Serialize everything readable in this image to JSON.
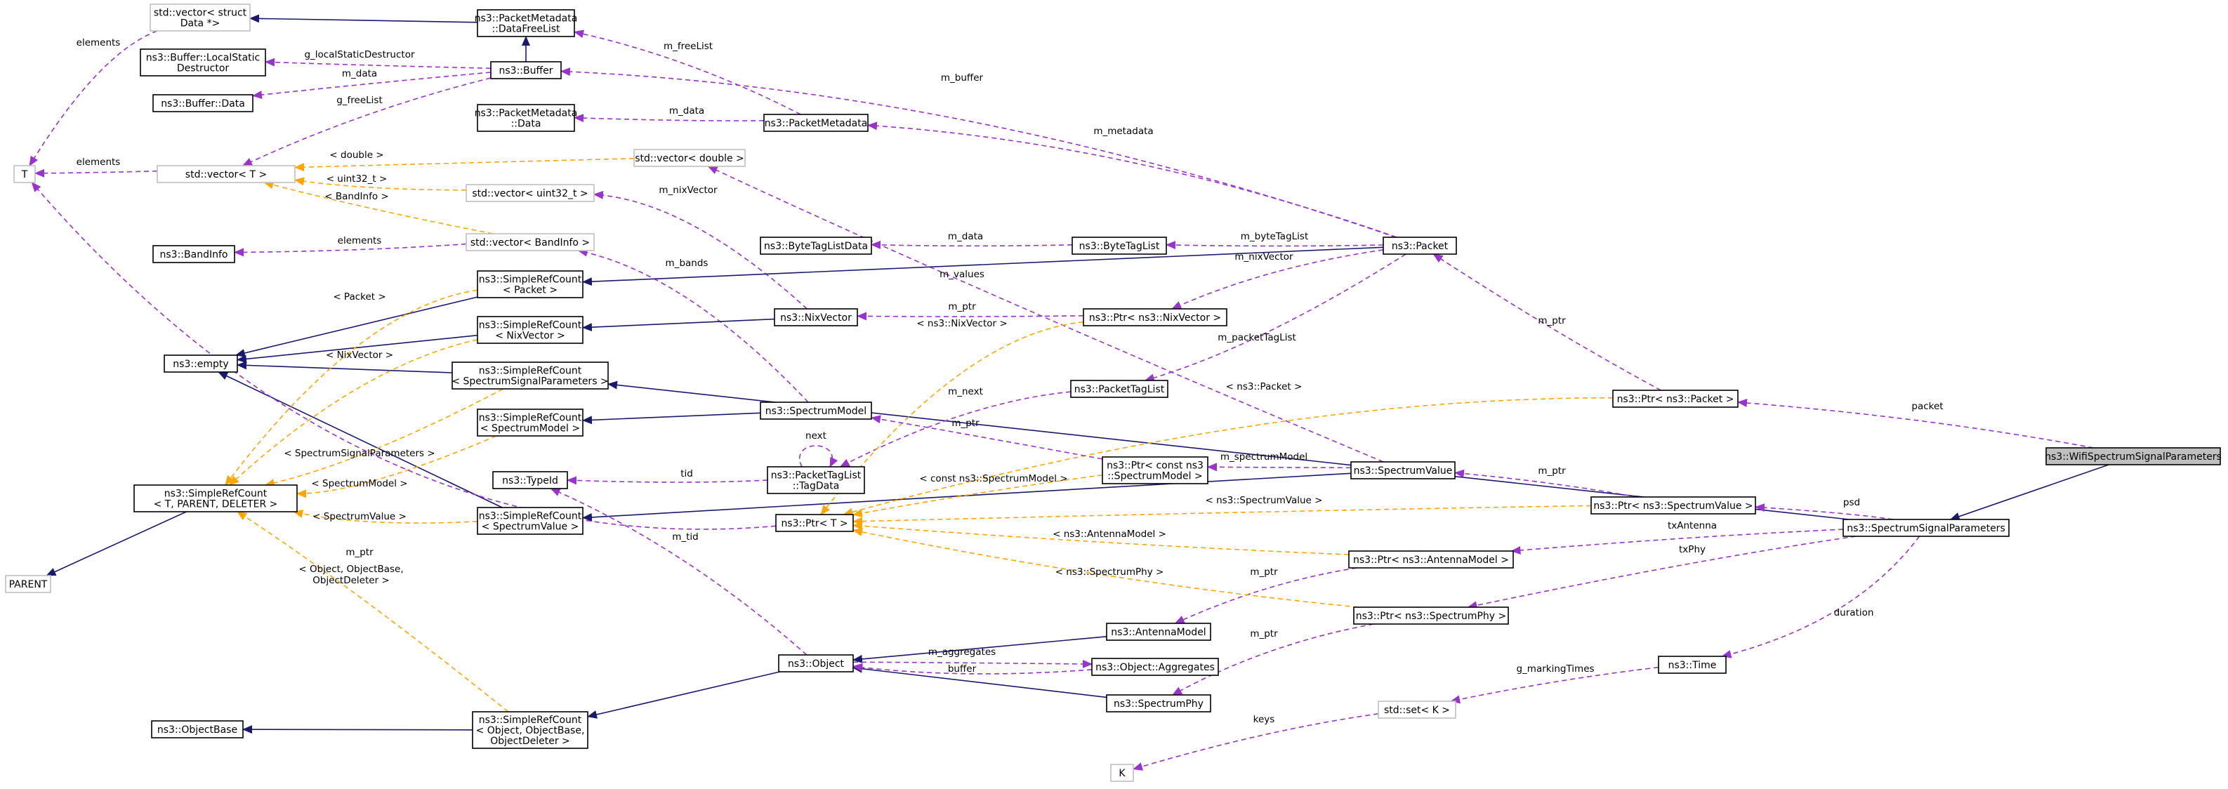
{
  "colors": {
    "inheritance": "#191970",
    "usage": "#9a32cd",
    "template": "#ffa500",
    "root_fill": "#bfbfbf",
    "grey_border": "#bfbfbf"
  },
  "nodes": {
    "wifi": [
      "ns3::WifiSpectrumSignalParameters"
    ],
    "ssp": [
      "ns3::SpectrumSignalParameters"
    ],
    "ptr_packet": [
      "ns3::Ptr< ns3::Packet >"
    ],
    "packet": [
      "ns3::Packet"
    ],
    "buffer": [
      "ns3::Buffer"
    ],
    "pmdfl": [
      "ns3::PacketMetadata",
      "::DataFreeList"
    ],
    "vec_struct": [
      "std::vector< struct",
      "Data *>"
    ],
    "buf_lsd": [
      "ns3::Buffer::LocalStatic",
      "Destructor"
    ],
    "buf_data": [
      "ns3::Buffer::Data"
    ],
    "T": [
      "T"
    ],
    "vec_T": [
      "std::vector< T >"
    ],
    "pmd_data": [
      "ns3::PacketMetadata",
      "::Data"
    ],
    "packet_metadata": [
      "ns3::PacketMetadata"
    ],
    "vec_double": [
      "std::vector< double >"
    ],
    "vec_uint32": [
      "std::vector< uint32_t >"
    ],
    "vec_bandinfo": [
      "std::vector< BandInfo >"
    ],
    "bandinfo": [
      "ns3::BandInfo"
    ],
    "btl_data": [
      "ns3::ByteTagListData"
    ],
    "btl": [
      "ns3::ByteTagList"
    ],
    "src_packet": [
      "ns3::SimpleRefCount",
      "< Packet >"
    ],
    "empty": [
      "ns3::empty"
    ],
    "src_nix": [
      "ns3::SimpleRefCount",
      "< NixVector >"
    ],
    "nix": [
      "ns3::NixVector"
    ],
    "ptr_nix": [
      "ns3::Ptr< ns3::NixVector >"
    ],
    "src_ssp": [
      "ns3::SimpleRefCount",
      "< SpectrumSignalParameters >"
    ],
    "ptl": [
      "ns3::PacketTagList"
    ],
    "src_sm": [
      "ns3::SimpleRefCount",
      "< SpectrumModel >"
    ],
    "spectrum_model": [
      "ns3::SpectrumModel"
    ],
    "src_tpd": [
      "ns3::SimpleRefCount",
      "< T, PARENT, DELETER >"
    ],
    "typeid": [
      "ns3::TypeId"
    ],
    "ptl_tagdata": [
      "ns3::PacketTagList",
      "::TagData"
    ],
    "ptr_csm": [
      "ns3::Ptr< const ns3",
      "::SpectrumModel >"
    ],
    "spectrum_value": [
      "ns3::SpectrumValue"
    ],
    "ptr_sv": [
      "ns3::Ptr< ns3::SpectrumValue >"
    ],
    "src_sv": [
      "ns3::SimpleRefCount",
      "< SpectrumValue >"
    ],
    "ptr_T": [
      "ns3::Ptr< T >"
    ],
    "parent": [
      "PARENT"
    ],
    "ptr_am": [
      "ns3::Ptr< ns3::AntennaModel >"
    ],
    "ptr_sp": [
      "ns3::Ptr< ns3::SpectrumPhy >"
    ],
    "antenna_model": [
      "ns3::AntennaModel"
    ],
    "object": [
      "ns3::Object"
    ],
    "obj_agg": [
      "ns3::Object::Aggregates"
    ],
    "spectrum_phy": [
      "ns3::SpectrumPhy"
    ],
    "time": [
      "ns3::Time"
    ],
    "object_base": [
      "ns3::ObjectBase"
    ],
    "src_obj": [
      "ns3::SimpleRefCount",
      "< Object, ObjectBase,",
      "ObjectDeleter >"
    ],
    "set_K": [
      "std::set< K >"
    ],
    "K": [
      "K"
    ]
  },
  "edge_labels": {
    "packet": "packet",
    "m_ptr": "m_ptr",
    "m_buffer": "m_buffer",
    "m_freeList": "m_freeList",
    "elements": "elements",
    "g_localStaticDestructor": "g_localStaticDestructor",
    "m_data": "m_data",
    "g_freeList": "g_freeList",
    "m_metadata": "m_metadata",
    "double": "< double >",
    "uint32_t": "< uint32_t >",
    "BandInfo": "< BandInfo >",
    "m_nixVector": "m_nixVector",
    "m_bands": "m_bands",
    "m_byteTagList": "m_byteTagList",
    "m_values": "m_values",
    "Packet": "< Packet >",
    "NixVector": "< NixVector >",
    "m_packetTagList": "m_packetTagList",
    "ptr_nixvector": "< ns3::NixVector >",
    "ptr_packet": "< ns3::Packet >",
    "m_next": "m_next",
    "next": "next",
    "SpectrumSignalParameters": "< SpectrumSignalParameters >",
    "SpectrumModel": "< SpectrumModel >",
    "tid": "tid",
    "m_spectrumModel": "m_spectrumModel",
    "const_sm": "< const ns3::SpectrumModel >",
    "ptr_sv": "< ns3::SpectrumValue >",
    "psd": "psd",
    "m_tid": "m_tid",
    "SpectrumValue": "< SpectrumValue >",
    "ptr_am": "< ns3::AntennaModel >",
    "txAntenna": "txAntenna",
    "ptr_sp": "< ns3::SpectrumPhy >",
    "txPhy": "txPhy",
    "obj_tpl": "< Object, ObjectBase,\nObjectDeleter >",
    "m_aggregates": "m_aggregates",
    "buffer": "buffer",
    "duration": "duration",
    "g_markingTimes": "g_markingTimes",
    "keys": "keys"
  }
}
